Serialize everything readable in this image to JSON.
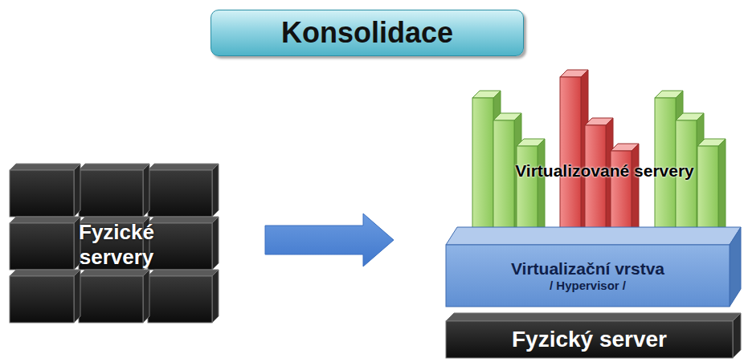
{
  "diagram": {
    "title": "Konsolidace",
    "nodes": [
      {
        "text": [
          "Fyzické servery"
        ]
      },
      {
        "text": [
          "Virtualizované servery"
        ]
      },
      {
        "text": [
          "Virtualizační vrstva",
          "/ Hypervisor /"
        ]
      },
      {
        "text": [
          "Fyzický server"
        ]
      }
    ],
    "edges": [
      {
        "from": 0,
        "to": 2,
        "arrow": "to"
      }
    ]
  }
}
